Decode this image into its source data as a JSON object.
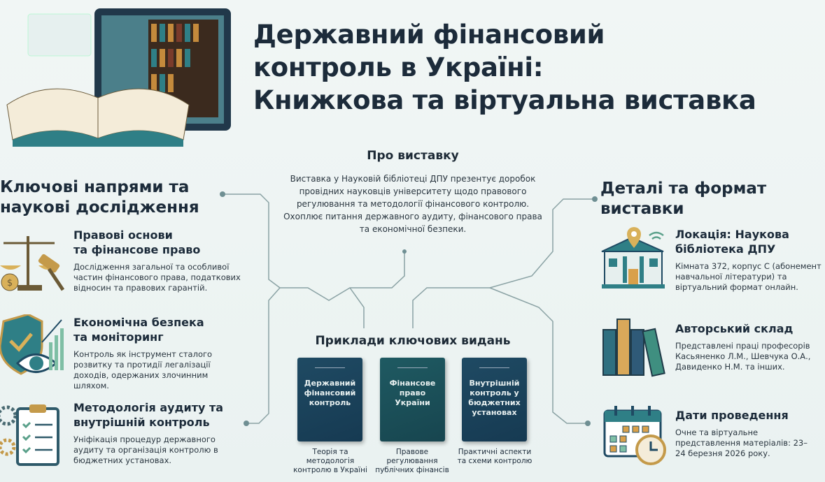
{
  "title": [
    "Державний фінансовий",
    "контроль в Україні:",
    "Книжкова та віртуальна виставка"
  ],
  "about": {
    "heading": "Про виставку",
    "text": "Виставка у Науковій бібліотеці ДПУ презентує доробок провідних науковців університету щодо правового регулювання та методології фінансового контролю. Охоплює питання державного аудиту, фінансового права та економічної безпеки."
  },
  "left": {
    "heading": [
      "Ключові напрями та",
      "наукові дослідження"
    ],
    "items": [
      {
        "title": [
          "Правові основи",
          "та фінансове право"
        ],
        "text": "Дослідження загальної та особливої частин фінансового права, податкових відносин та правових гарантій.",
        "icon": "scales-gavel-icon"
      },
      {
        "title": [
          "Економічна безпека",
          "та моніторинг"
        ],
        "text": "Контроль як інструмент сталого розвитку та протидії легалізації доходів, одержаних злочинним шляхом.",
        "icon": "shield-eye-icon"
      },
      {
        "title": [
          "Методологія аудиту та",
          "внутрішній контроль"
        ],
        "text": "Уніфікація процедур державного аудиту та організація контролю в бюджетних установах.",
        "icon": "clipboard-gears-icon"
      }
    ]
  },
  "books": {
    "heading": "Приклади ключових видань",
    "items": [
      {
        "cover": "Державний фінансовий контроль",
        "caption": "Теорія та методологія контролю в Україні"
      },
      {
        "cover": "Фінансове право України",
        "caption": "Правове регулювання публічних фінансів"
      },
      {
        "cover": "Внутрішній контроль у бюджетних установах",
        "caption": "Практичні аспекти та схеми контролю"
      }
    ]
  },
  "right": {
    "heading": [
      "Деталі та формат",
      "виставки"
    ],
    "items": [
      {
        "title": [
          "Локація: Наукова",
          "бібліотека ДПУ"
        ],
        "text": "Кімната 372, корпус С (абонемент навчальної літератури) та віртуальний формат онлайн.",
        "icon": "library-location-icon"
      },
      {
        "title": [
          "Авторський склад"
        ],
        "text": "Представлені праці професорів Касьяненко Л.М., Шевчука О.А., Давиденко Н.М. та інших.",
        "icon": "books-icon"
      },
      {
        "title": [
          "Дати проведення"
        ],
        "text": "Очне та віртуальне представлення матеріалів: 23–24 березня 2026 року.",
        "icon": "calendar-clock-icon"
      }
    ]
  },
  "colors": {
    "title": "#1c2b3a",
    "accent_teal": "#2f7f86",
    "accent_gold": "#d9b15a",
    "connector": "#8aa2a4"
  }
}
